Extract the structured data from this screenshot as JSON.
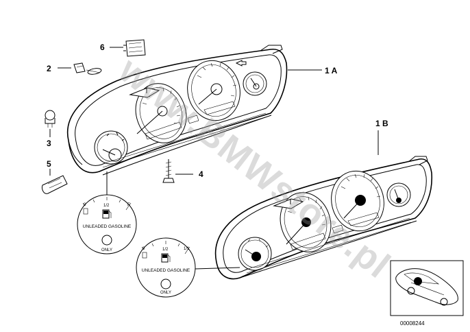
{
  "watermark": "www.BMWstore.pl",
  "parts": {
    "p6": "6",
    "p2": "2",
    "p3": "3",
    "p5": "5",
    "p4": "4",
    "p1a": "1 A",
    "p1b": "1 B"
  },
  "callout_a": {
    "half": "1/2",
    "zero": "0",
    "full": "F",
    "fuel_text": "UNLEADED GASOLINE",
    "only": "ONLY"
  },
  "callout_b": {
    "half": "1/2",
    "zero": "0",
    "full": "1/1",
    "fuel_text": "UNLEADED GASOLINE",
    "only": "ONLY"
  },
  "inset": {
    "reference_number": "00008244"
  },
  "colors": {
    "line": "#000000",
    "watermark": "#9a9a9a",
    "background": "#ffffff"
  }
}
